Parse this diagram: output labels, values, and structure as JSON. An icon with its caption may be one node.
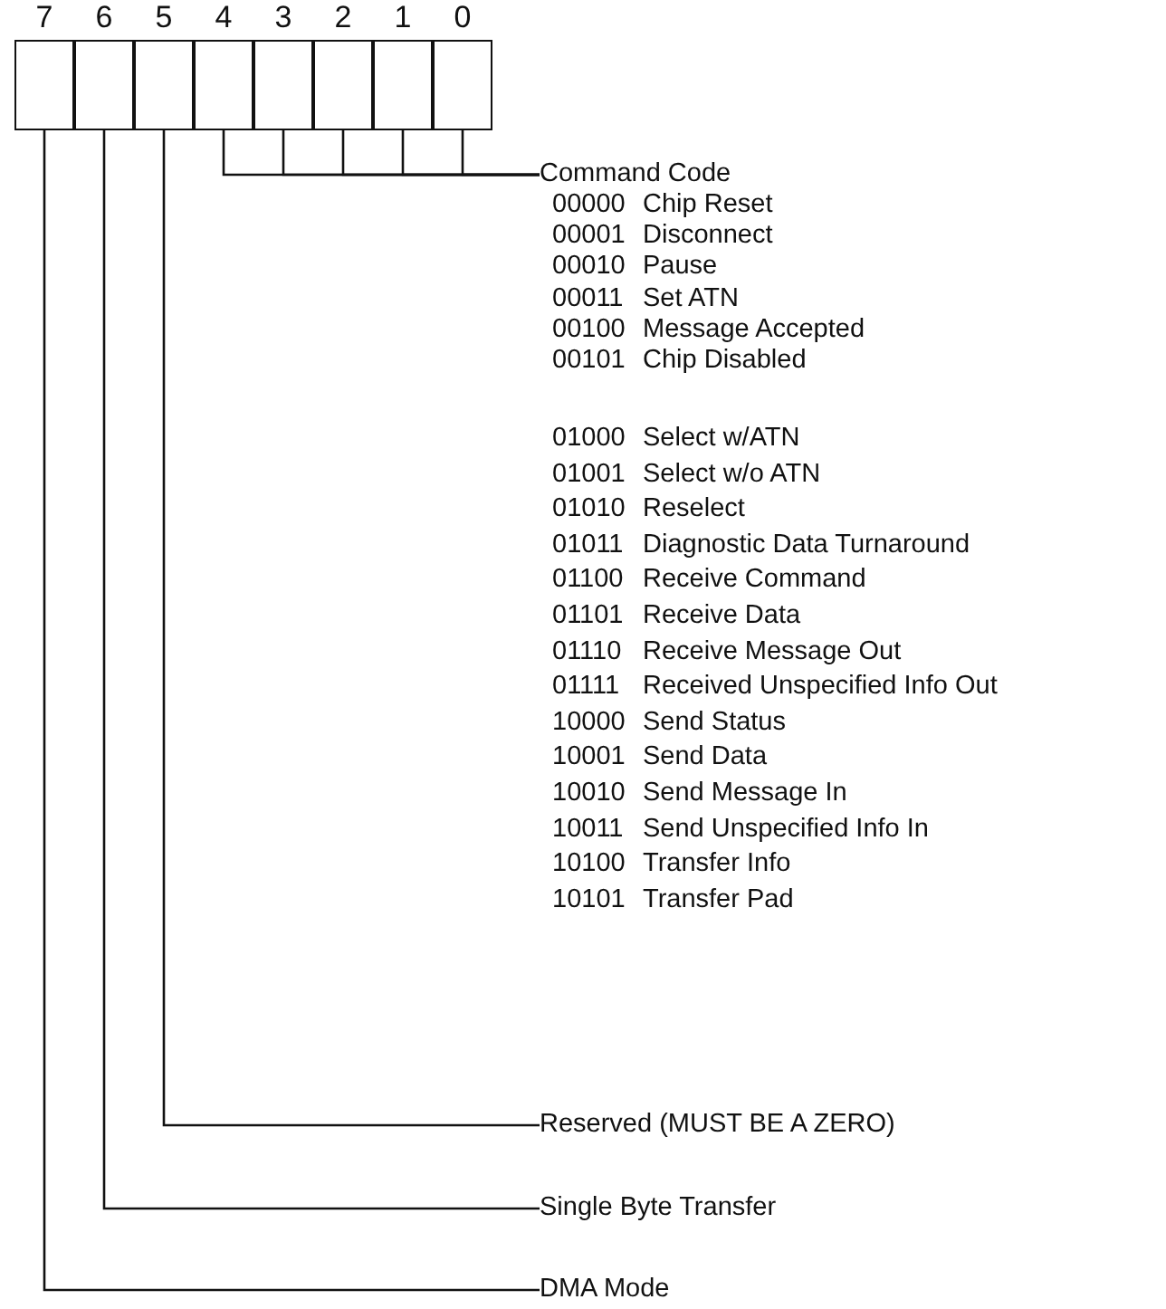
{
  "diagram": {
    "nodes": [
      {
        "text": [
          "7"
        ]
      },
      {
        "text": [
          "6"
        ]
      },
      {
        "text": [
          "5"
        ]
      },
      {
        "text": [
          "4"
        ]
      },
      {
        "text": [
          "3"
        ]
      },
      {
        "text": [
          "2"
        ]
      },
      {
        "text": [
          "1"
        ]
      },
      {
        "text": [
          "0"
        ]
      },
      {
        "text": [
          "Command Code"
        ]
      },
      {
        "text": [
          "Reserved (MUST BE A ZERO)"
        ]
      },
      {
        "text": [
          "Single Byte Transfer"
        ]
      },
      {
        "text": [
          "DMA Mode"
        ]
      }
    ],
    "edges": [
      {
        "from": 3,
        "to": 8,
        "arrow": "none"
      },
      {
        "from": 4,
        "to": 8,
        "arrow": "none"
      },
      {
        "from": 5,
        "to": 8,
        "arrow": "none"
      },
      {
        "from": 6,
        "to": 8,
        "arrow": "none"
      },
      {
        "from": 7,
        "to": 8,
        "arrow": "none"
      },
      {
        "from": 2,
        "to": 9,
        "arrow": "none"
      },
      {
        "from": 1,
        "to": 10,
        "arrow": "none"
      },
      {
        "from": 0,
        "to": 11,
        "arrow": "none"
      }
    ],
    "labels": [
      "00000",
      "Chip Reset",
      "00001",
      "Disconnect",
      "00010",
      "Pause",
      "00011",
      "Set ATN",
      "00100",
      "Message Accepted",
      "00101",
      "Chip Disabled",
      "01000",
      "Select w/ATN",
      "01001",
      "Select w/o ATN",
      "01010",
      "Reselect",
      "01011",
      "Diagnostic Data Turnaround",
      "01100",
      "Receive Command",
      "01101",
      "Receive Data",
      "01110",
      "Receive Message Out",
      "01111",
      "Received Unspecified Info Out",
      "10000",
      "Send Status",
      "10001",
      "Send Data",
      "10010",
      "Send Message In",
      "10011",
      "Send Unspecified Info In",
      "10100",
      "Transfer Info",
      "10101",
      "Transfer Pad"
    ]
  }
}
